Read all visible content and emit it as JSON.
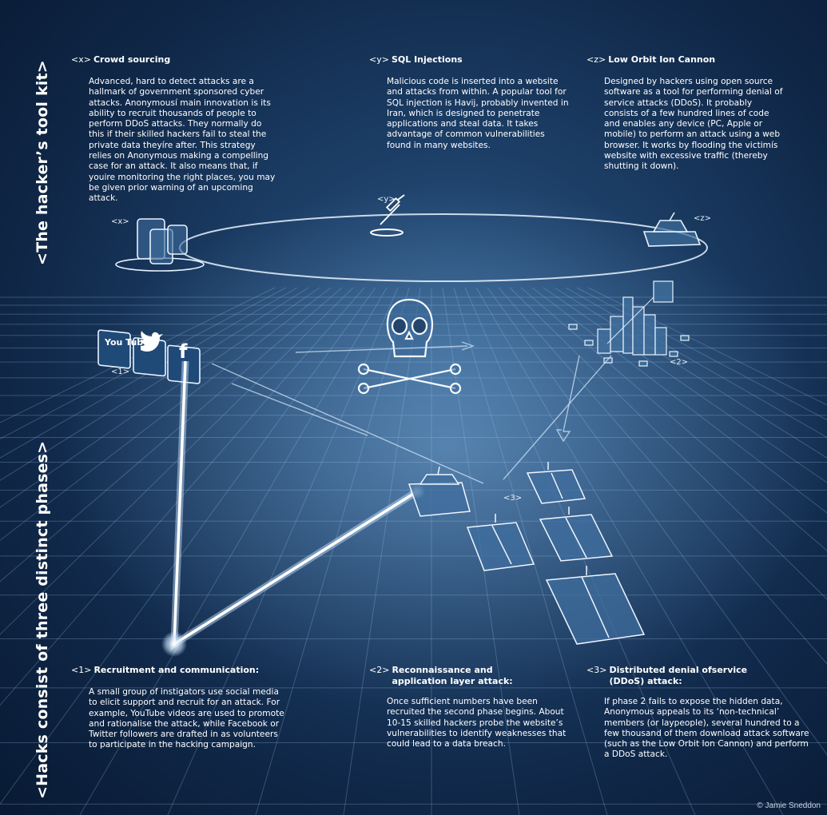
{
  "side_titles": {
    "top": "<The hacker’s tool kit>",
    "bottom": "<Hacks consist of three distinct phases>"
  },
  "tools": [
    {
      "tag": "<x>",
      "title": "Crowd sourcing",
      "text": "Advanced, hard to detect attacks are a hallmark of government sponsored cyber attacks. Anonymousí main innovation is its ability to recruit thousands of people to perform DDoS attacks. They normally do this if their skilled hackers fail to steal the private data theyíre after. This strategy relies on Anonymous making a compelling case for an attack. It also means that, if youire monitoring the right places, you may be given prior warning of an upcoming attack."
    },
    {
      "tag": "<y>",
      "title": "SQL Injections",
      "text": "Malicious code is inserted into a website and attacks from within. A popular tool for SQL injection is Havij, probably invented in Iran, which is designed to penetrate applications and steal data. It takes advantage of common vulnerabilities found in many websites."
    },
    {
      "tag": "<z>",
      "title": "Low Orbit Ion Cannon",
      "text": "Designed by hackers using open source software as a tool for performing denial of service attacks (DDoS). It probably consists of a few hundred lines of code and enables any device (PC, Apple or mobile) to perform an attack using a web browser. It works by flooding the victimís website with excessive traffic (thereby shutting it down)."
    }
  ],
  "phases": [
    {
      "tag": "<1>",
      "title": "Recruitment and communication:",
      "text": "A small group of  instigators use social media to elicit support and recruit for an attack. For example, YouTube videos are used to promote and rationalise the attack, while Facebook or Twitter followers are drafted in as volunteers to participate in the hacking campaign."
    },
    {
      "tag": "<2>",
      "title": "Reconnaissance and application layer attack:",
      "text": "Once sufficient numbers have been recruited the second phase begins. About 10-15 skilled hackers probe the website’s vulnerabilities to identify weaknesses that could lead to a data breach."
    },
    {
      "tag": "<3>",
      "title": "Distributed denial ofservice (DDoS) attack:",
      "text": "If phase 2 fails to expose the hidden data, Anonymous appeals to its ‘non-technical’ members (or laypeople), several hundred to a few thousand of them download attack software (such as the Low Orbit Ion Cannon) and perform a DDoS attack."
    }
  ],
  "diagram_labels": {
    "x": "<x>",
    "y": "<y>",
    "z": "<z>",
    "p1": "<1>",
    "p2": "<2>",
    "p3": "<3>",
    "youtube": "You Tube",
    "facebook": "f"
  },
  "credit": "© Jamie Sneddon"
}
